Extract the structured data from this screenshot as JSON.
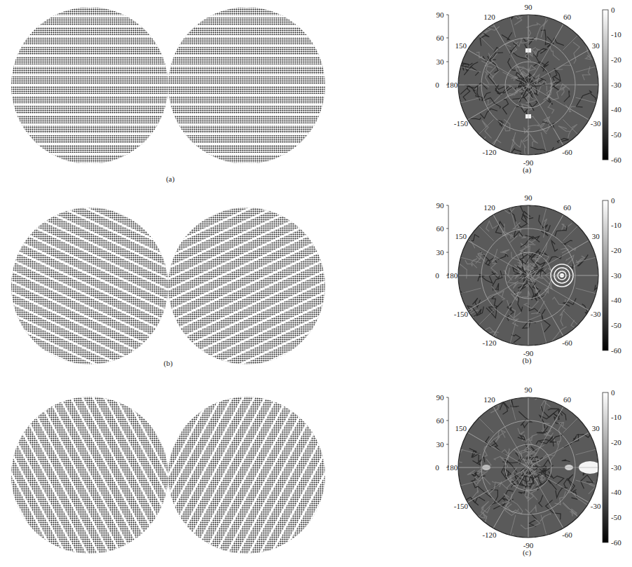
{
  "diagram": {
    "labels": [
      "(a)",
      "(b)",
      "90",
      "60",
      "30",
      "0",
      "90",
      "60",
      "30",
      "-30",
      "-60",
      "-90",
      "-120",
      "-150",
      "180",
      "150",
      "120",
      "0",
      "-10",
      "-20",
      "-30",
      "-40",
      "-50",
      "-60",
      "(a)",
      "90",
      "60",
      "30",
      "0",
      "90",
      "60",
      "30",
      "-30",
      "-60",
      "-90",
      "-120",
      "-150",
      "180",
      "150",
      "120",
      "0",
      "-10",
      "-20",
      "-30",
      "-40",
      "-50",
      "-60",
      "(b)",
      "90",
      "60",
      "30",
      "0",
      "90",
      "60",
      "30",
      "-30",
      "-60",
      "-90",
      "-120",
      "-150",
      "180",
      "150",
      "120",
      "0",
      "-10",
      "-20",
      "-30",
      "-40",
      "-50",
      "-60",
      "(c)"
    ]
  }
}
